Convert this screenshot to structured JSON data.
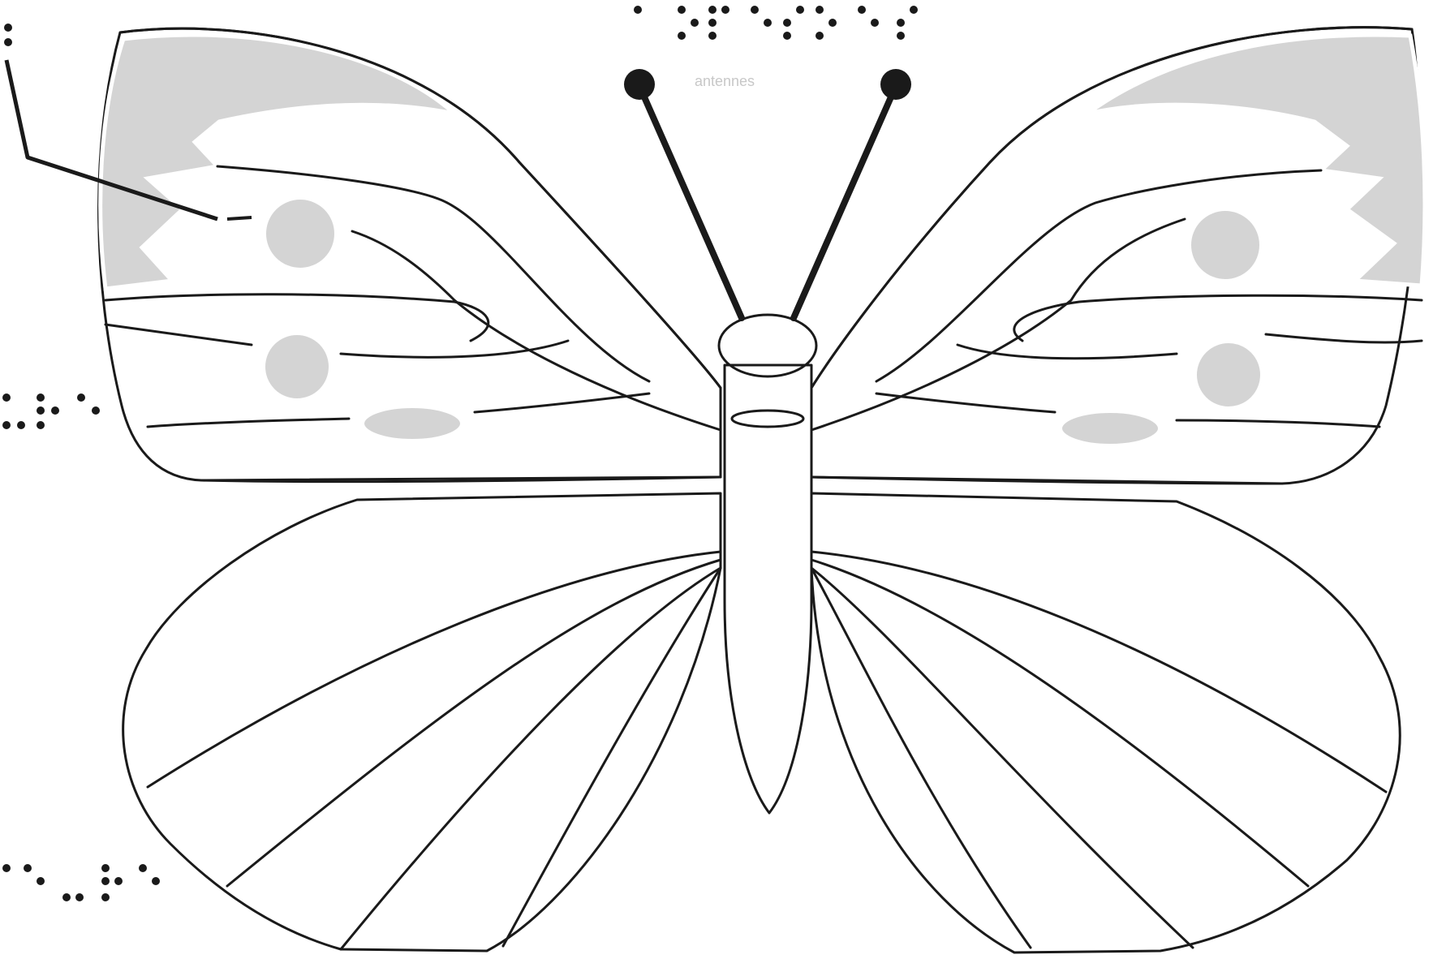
{
  "diagram": {
    "labels": {
      "antennae": "antennes"
    },
    "colors": {
      "outline": "#1a1a1a",
      "wing_tip_gray": "#d4d4d4",
      "dot_texture": "#1a1a1a",
      "background": "#ffffff"
    },
    "braille_groups": [
      {
        "name": "braille-label-top"
      },
      {
        "name": "braille-label-left-middle"
      },
      {
        "name": "braille-label-left-bottom"
      },
      {
        "name": "braille-marker-top-left"
      }
    ]
  }
}
